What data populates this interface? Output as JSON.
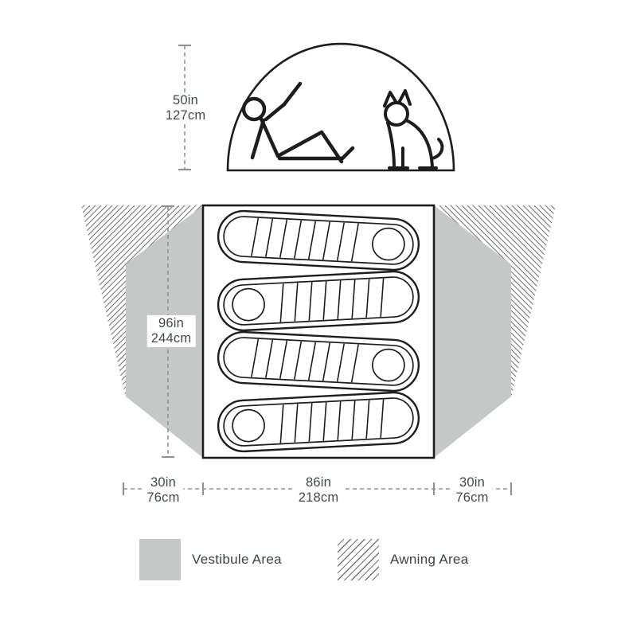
{
  "dimensions": {
    "dome_height": {
      "in": "50in",
      "cm": "127cm"
    },
    "floor_length": {
      "in": "96in",
      "cm": "244cm"
    },
    "vestibule_left_width": {
      "in": "30in",
      "cm": "76cm"
    },
    "floor_width": {
      "in": "86in",
      "cm": "218cm"
    },
    "vestibule_right_width": {
      "in": "30in",
      "cm": "76cm"
    }
  },
  "legend": {
    "vestibule_label": "Vestibule Area",
    "awning_label": "Awning Area"
  },
  "icons": {
    "person_icon": "reclining-person-line-art",
    "dog_icon": "sitting-dog-line-art",
    "sleeping_bag_icon": "mummy-sleeping-bag-outline"
  },
  "sleeping_bag_count": 4,
  "colors": {
    "background": "#ffffff",
    "outline": "#1d1d1b",
    "vestibule_fill": "#c6c8c7",
    "hatch_line": "#757575",
    "dimension_line": "#8f9193",
    "text": "#43484a"
  }
}
